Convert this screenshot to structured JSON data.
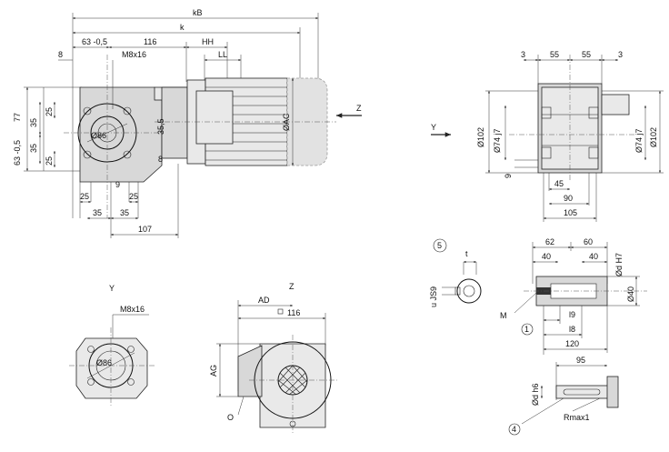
{
  "view_labels": {
    "y_top": "Y",
    "z_top": "Z",
    "y_bottom": "Y",
    "z_bottom": "Z"
  },
  "front_view": {
    "kB": "kB",
    "k": "k",
    "d63a": "63 -0,5",
    "d116": "116",
    "HH": "HH",
    "LL": "LL",
    "d8_top": "8",
    "M8x16": "M8x16",
    "d77": "77",
    "d35a": "35",
    "d35b": "35",
    "d63b": "63 -0,5",
    "d25a": "25",
    "d25b": "25",
    "d86": "Ø86",
    "d35_5": "35,5",
    "AC": "ØAC",
    "d8_side": "8",
    "d9": "9",
    "d25c": "25",
    "d25d": "25",
    "d35c": "35",
    "d35d": "35",
    "d107": "107"
  },
  "side_view": {
    "d3a": "3",
    "d55a": "55",
    "d55b": "55",
    "d3b": "3",
    "d102a": "Ø102",
    "d74a": "Ø74 j7",
    "d74b": "Ø74 j7",
    "d102b": "Ø102",
    "d9": "9",
    "d45": "45",
    "d90": "90",
    "d105": "105"
  },
  "flange_view": {
    "M8x16": "M8x16",
    "d86": "Ø86"
  },
  "motor_end_view": {
    "AD": "AD",
    "d116": "116",
    "AG": "AG",
    "O": "O"
  },
  "shaft_detail": {
    "callout5": "5",
    "t": "t",
    "u": "u JS9",
    "d62": "62",
    "d60": "60",
    "d40a": "40",
    "d40b": "40",
    "dH7": "Ød H7",
    "d40c": "Ø40",
    "M": "M",
    "callout1": "1",
    "l9": "l9",
    "l8": "l8",
    "d120": "120",
    "d95": "95",
    "dh6": "Ød h6",
    "callout4": "4",
    "Rmax": "Rmax1"
  }
}
